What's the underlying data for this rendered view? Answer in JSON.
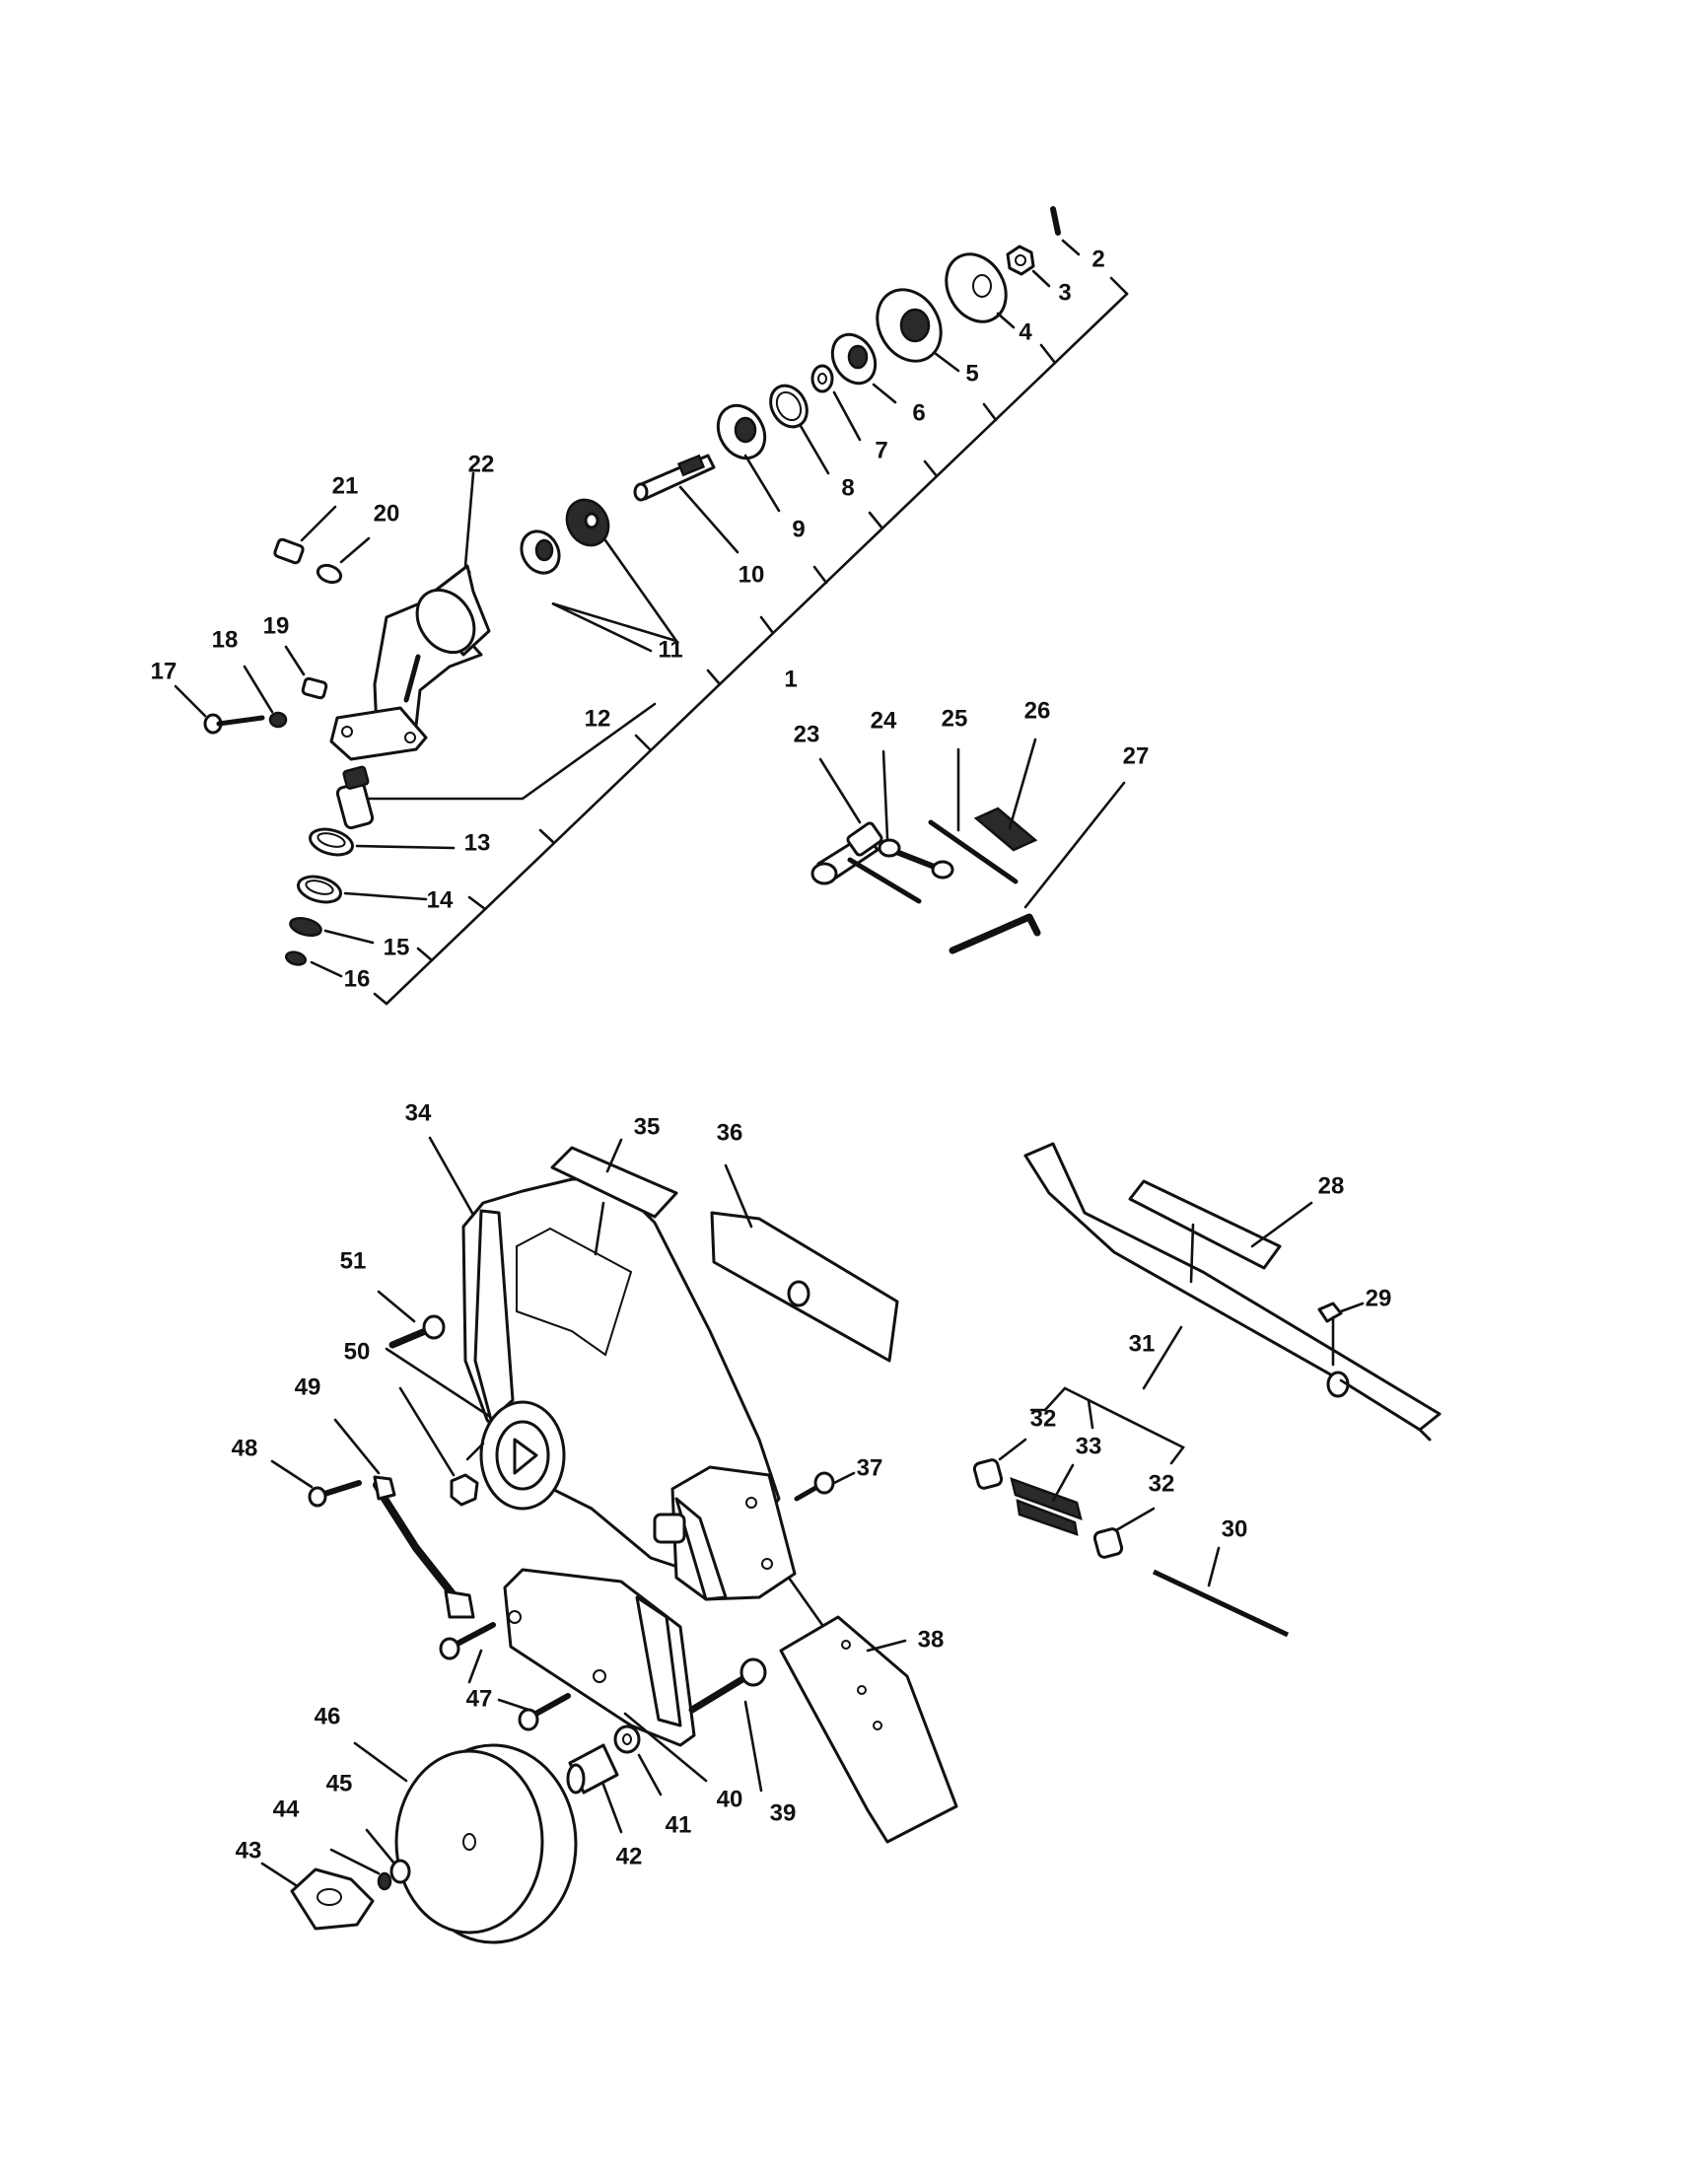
{
  "diagram": {
    "labels": {
      "p1": "1",
      "p2": "2",
      "p3": "3",
      "p4": "4",
      "p5": "5",
      "p6": "6",
      "p7": "7",
      "p8": "8",
      "p9": "9",
      "p10": "10",
      "p11": "11",
      "p12": "12",
      "p13": "13",
      "p14": "14",
      "p15": "15",
      "p16": "16",
      "p17": "17",
      "p18": "18",
      "p19": "19",
      "p20": "20",
      "p21": "21",
      "p22": "22",
      "p23": "23",
      "p24": "24",
      "p25": "25",
      "p26": "26",
      "p27": "27",
      "p28": "28",
      "p29": "29",
      "p30": "30",
      "p31": "31",
      "p32a": "32",
      "p32b": "32",
      "p33": "33",
      "p34": "34",
      "p35": "35",
      "p36": "36",
      "p37": "37",
      "p38": "38",
      "p39": "39",
      "p40": "40",
      "p41": "41",
      "p42": "42",
      "p43": "43",
      "p44": "44",
      "p45": "45",
      "p46": "46",
      "p47": "47",
      "p48": "48",
      "p49": "49",
      "p50": "50",
      "p51": "51"
    }
  }
}
